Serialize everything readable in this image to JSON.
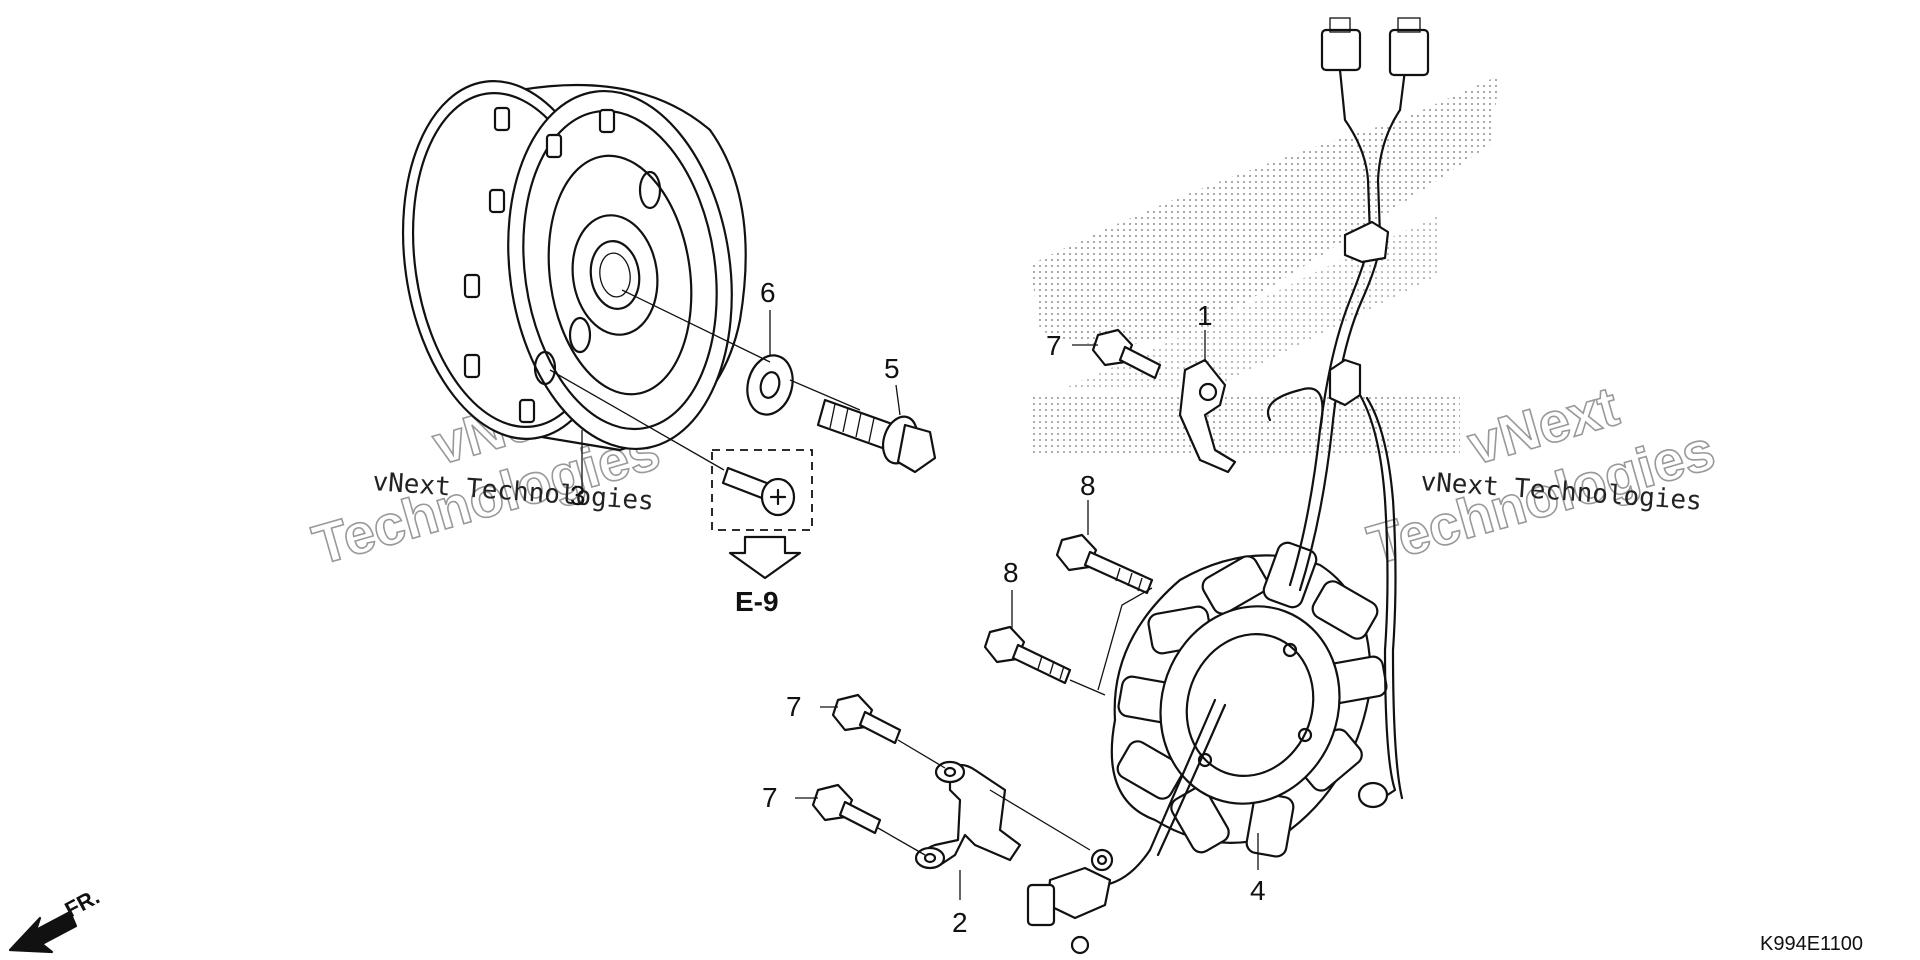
{
  "watermark": {
    "small_text": "vNext Technologies",
    "big_line1": "vNext",
    "big_line2": "Technologies"
  },
  "callouts": [
    "1",
    "2",
    "3",
    "4",
    "5",
    "6",
    "7",
    "8"
  ],
  "reference": "E-9",
  "diagram_code": "K994E1100",
  "direction_label": "FR.",
  "icons": {
    "front_arrow": "front-direction-arrow-icon",
    "reference_arrow": "down-arrow-icon"
  },
  "colors": {
    "line": "#111111",
    "background": "#ffffff",
    "shading": "#8a8a8a"
  }
}
